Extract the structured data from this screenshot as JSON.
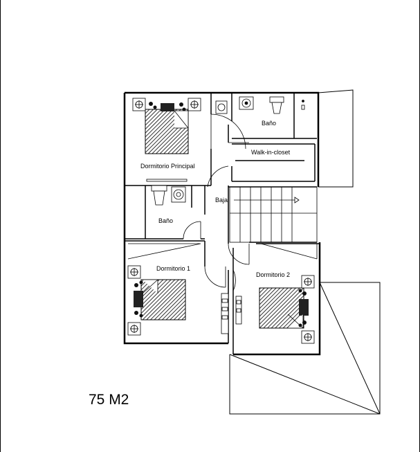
{
  "rooms": {
    "master_bedroom": "Dormitorio Principal",
    "bath_upper": "Baño",
    "walk_in_closet": "Walk-in-closet",
    "stairs_down": "Baja",
    "bath_middle": "Baño",
    "bedroom_1": "Dormitorio 1",
    "bedroom_2": "Dormitorio 2"
  },
  "total_area": "75 M2"
}
